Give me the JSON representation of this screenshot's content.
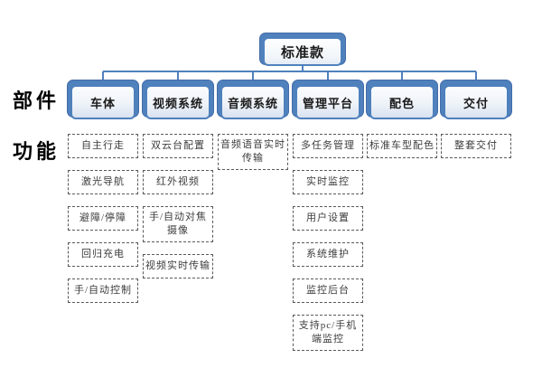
{
  "root": {
    "label": "标准款"
  },
  "row_labels": {
    "parts": "部件",
    "functions": "功能"
  },
  "columns": [
    {
      "label": "车体",
      "functions": [
        "自主行走",
        "激光导航",
        "避障/停障",
        "回归充电",
        "手/自动控制"
      ]
    },
    {
      "label": "视频系统",
      "functions": [
        "双云台配置",
        "红外视频",
        "手/自动对焦摄像",
        "视频实时传输"
      ]
    },
    {
      "label": "音频系统",
      "functions": [
        "音频语音实时传输"
      ]
    },
    {
      "label": "管理平台",
      "functions": [
        "多任务管理",
        "实时监控",
        "用户设置",
        "系统维护",
        "监控后台",
        "支持pc/手机端监控"
      ]
    },
    {
      "label": "配色",
      "functions": [
        "标准车型配色"
      ]
    },
    {
      "label": "交付",
      "functions": [
        "整套交付"
      ]
    }
  ],
  "colors": {
    "accent_blue": "#4F81BD",
    "node_border": "#4F81BD",
    "node_fill_top": "#FBFDFE",
    "node_fill_bottom": "#D9E2F0",
    "dashed_border": "#595959",
    "text_dark": "#3D3D3D"
  }
}
